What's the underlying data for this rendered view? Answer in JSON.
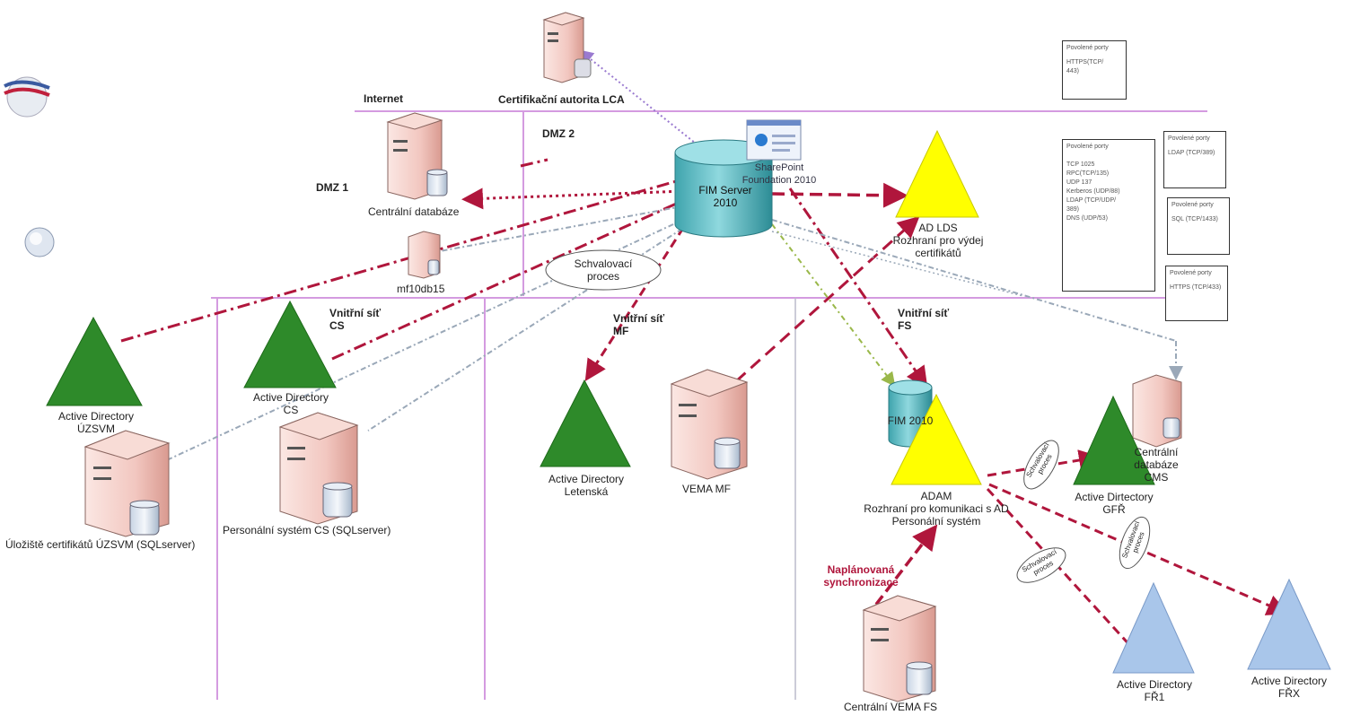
{
  "zones": {
    "internet": "Internet",
    "dmz1": "DMZ 1",
    "dmz2": "DMZ 2",
    "inner_cs": [
      "Vnitřní síť",
      "CS"
    ],
    "inner_mf": [
      "Vnitřní síť",
      "MF"
    ],
    "inner_fs": [
      "Vnitřní síť",
      "FS"
    ]
  },
  "nodes": {
    "ca": "Certifikační autorita LCA",
    "central_db": "Centrální databáze",
    "fim_server": [
      "FIM Server",
      "2010"
    ],
    "sharepoint": [
      "SharePoint",
      "Foundation 2010"
    ],
    "ad_lds": [
      "AD LDS",
      "Rozhraní pro výdej",
      "certifikátů"
    ],
    "mf10db15": "mf10db15",
    "approval_main": [
      "Schvalovací",
      "proces"
    ],
    "ad_uzsvm": [
      "Active Directory",
      "ÚZSVM"
    ],
    "ad_cs": [
      "Active Directory",
      "CS"
    ],
    "cert_store": "Úložiště certifikátů ÚZSVM (SQLserver)",
    "personal_cs": "Personální systém CS (SQLserver)",
    "ad_letenska": [
      "Active Directory",
      "Letenská"
    ],
    "vema_mf": "VEMA MF",
    "fim_fs": "FIM 2010",
    "adam": [
      "ADAM",
      "Rozhraní pro komunikaci s AD",
      "Personální systém"
    ],
    "cms_db": [
      "Centrální",
      "databáze",
      "CMS"
    ],
    "ad_gfr": [
      "Active Dirtectory",
      "GFŘ"
    ],
    "sync": [
      "Naplánovaná",
      "synchronizace"
    ],
    "approval_gfr": [
      "Schvalovací",
      "proces"
    ],
    "approval_fr1": [
      "Schvalovací",
      "proces"
    ],
    "approval_frx": [
      "Schvalovací",
      "proces"
    ],
    "vema_fs": "Centrální VEMA FS",
    "ad_fr1": [
      "Active Directory",
      "FŘ1"
    ],
    "ad_frx": [
      "Active Directory",
      "FŘX"
    ]
  },
  "legend": {
    "https443": {
      "title": "Povolené porty",
      "lines": [
        "HTTPS(TCP/",
        "443)"
      ]
    },
    "fim_ports": {
      "title": "Povolené porty",
      "lines": [
        "TCP 1025",
        "RPC(TCP/135)",
        "UDP 137",
        "Kerberos (UDP/88)",
        "LDAP (TCP/UDP/",
        "389)",
        "DNS (UDP/53)"
      ]
    },
    "ldap": {
      "title": "Povolené porty",
      "lines": [
        "LDAP (TCP/389)"
      ]
    },
    "sql": {
      "title": "Povolené porty",
      "lines": [
        "SQL (TCP/1433)"
      ]
    },
    "https433": {
      "title": "Povolené porty",
      "lines": [
        "HTTPS (TCP/433)"
      ]
    }
  },
  "colors": {
    "zone_line": "#d49be0",
    "red_link": "#b0163c",
    "green_triangle": "#2e8a2a",
    "yellow_triangle": "#ffff00",
    "blue_triangle": "#a9c6ea",
    "server_pink": "#f2c7c0",
    "cylinder_teal": "#5cbcc4",
    "purple_link": "#9a7ad0",
    "green_link": "#9ab84a",
    "gray_link": "#9aa8b8"
  }
}
